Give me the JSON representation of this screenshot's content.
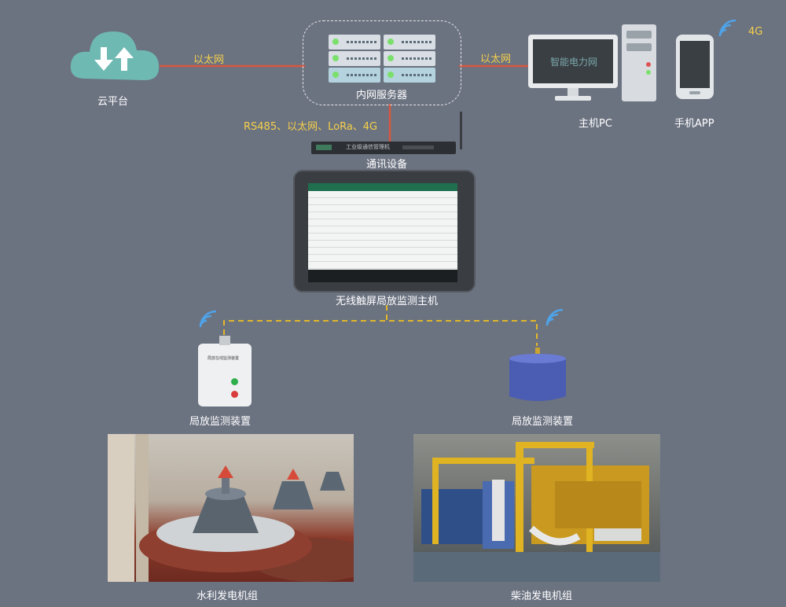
{
  "nodes": {
    "cloud": "云平台",
    "server": "内网服务器",
    "pc": "主机PC",
    "phone": "手机APP",
    "comm": "通讯设备",
    "host": "无线触屏局放监测主机",
    "device_left": "局放监测装置",
    "device_right": "局放监测装置",
    "genset_left": "水利发电机组",
    "genset_right": "柴油发电机组"
  },
  "links": {
    "cloud_server": "以太网",
    "server_pc": "以太网",
    "phone_4g": "4G",
    "comm_protocols": "RS485、以太网、LoRa、4G"
  },
  "small_text": {
    "comm_device_plate": "工业级通信管理机",
    "monitor_brand": "智能电力网",
    "meter_title": "局放在线监测装置"
  },
  "colors": {
    "background": "#6b7280",
    "line_red": "#d9573f",
    "dashed_yellow": "#f0c020",
    "label_yellow": "#f5d04a",
    "wifi_blue": "#4fa3e8",
    "cloud_teal": "#6fb9b3"
  },
  "icons": [
    "cloud-icon",
    "server-icon",
    "monitor-icon",
    "tower-icon",
    "phone-icon",
    "wifi-icon",
    "sensor-icon"
  ]
}
